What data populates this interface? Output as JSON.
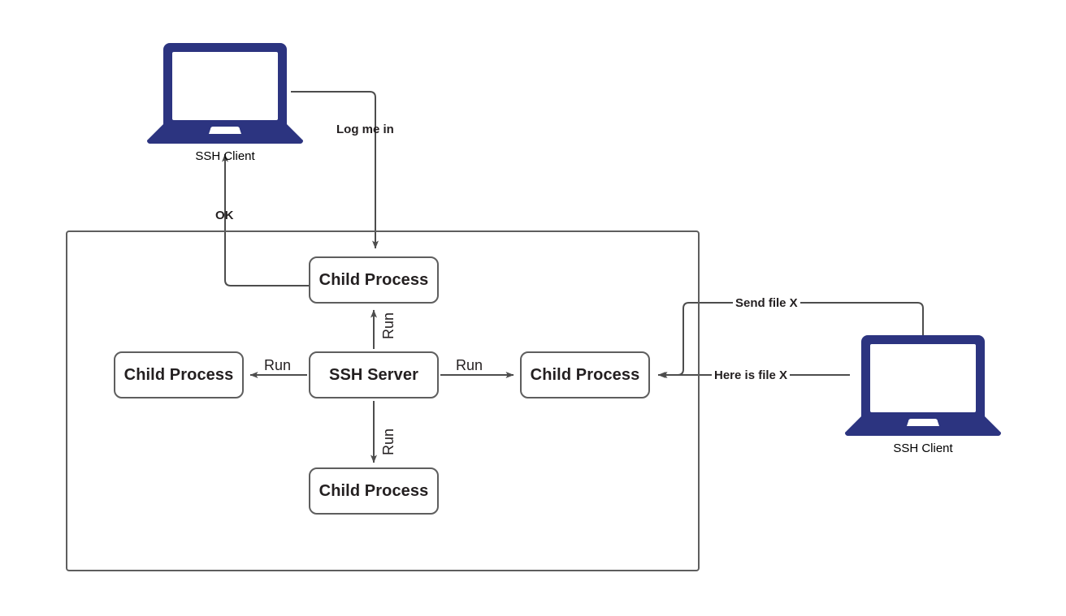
{
  "diagram": {
    "title": "SSH Server with child processes and SSH clients",
    "colors": {
      "laptop_blue": "#2C3480",
      "line_gray": "#5e5e5e",
      "text_dark": "#231f20"
    },
    "container": {
      "name": "ssh-server-host-boundary"
    },
    "nodes": {
      "child_process_top": "Child Process",
      "child_process_left": "Child Process",
      "child_process_right": "Child Process",
      "child_process_bottom": "Child Process",
      "ssh_server": "SSH Server"
    },
    "clients": {
      "left_label": "SSH Client",
      "right_label": "SSH Client"
    },
    "edges": {
      "log_me_in": "Log me in",
      "ok": "OK",
      "run_top": "Run",
      "run_left": "Run",
      "run_right": "Run",
      "run_bottom": "Run",
      "send_file": "Send file X",
      "here_is_file": "Here is file X"
    }
  }
}
